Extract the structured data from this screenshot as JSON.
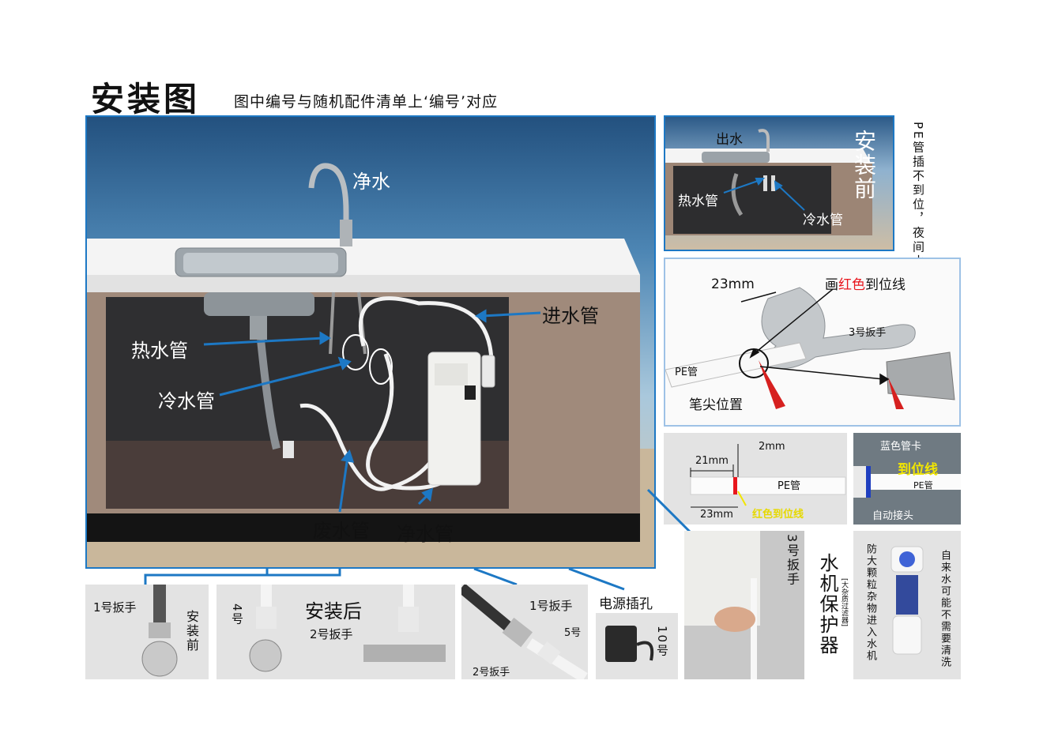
{
  "header": {
    "title": "安装图",
    "subtitle": "图中编号与随机配件清单上‘编号’对应"
  },
  "main_scene": {
    "faucet_label": "净水",
    "hot_pipe": "热水管",
    "cold_pipe": "冷水管",
    "inlet_pipe": "进水管",
    "waste_pipe": "废水管",
    "clean_pipe": "净水管"
  },
  "before_install": {
    "outlet": "出水",
    "hot_pipe": "热水管",
    "cold_pipe": "冷水管",
    "title": "安装前",
    "note": "PE管插不到位，夜间水压大时会漏水"
  },
  "wrench_detail": {
    "dim": "23mm",
    "line_label_pre": "画",
    "line_label_red": "红色",
    "line_label_post": "到位线",
    "wrench": "3号扳手",
    "pipe": "PE管",
    "pen_pos": "笔尖位置"
  },
  "pipe_detail": {
    "dim_21": "21mm",
    "dim_2": "2mm",
    "dim_23": "23mm",
    "pipe": "PE管",
    "line": "红色到位线"
  },
  "clip_detail": {
    "clip": "蓝色管卡",
    "line": "到位线",
    "pipe": "PE管",
    "joint": "自动接头"
  },
  "bottom": {
    "p1_wrench": "1号扳手",
    "p1_state": "安装前",
    "p2_no4": "4号",
    "p2_title": "安装后",
    "p2_wrench": "2号扳手",
    "p3_wrench1": "1号扳手",
    "p3_no5": "5号",
    "p3_wrench2": "2号扳手",
    "power_label": "电源插孔",
    "power_no": "10号",
    "prot_wrench": "3号扳手",
    "prot_title": "水机保护器",
    "prot_sub": "[大杂质过滤器]",
    "filter_left": "防大颗粒杂物进入水机",
    "filter_right": "自来水可能不需要清洗"
  },
  "colors": {
    "accent_blue": "#1d78c4",
    "mark_red": "#e8161d",
    "highlight_yellow": "#f2e600"
  }
}
